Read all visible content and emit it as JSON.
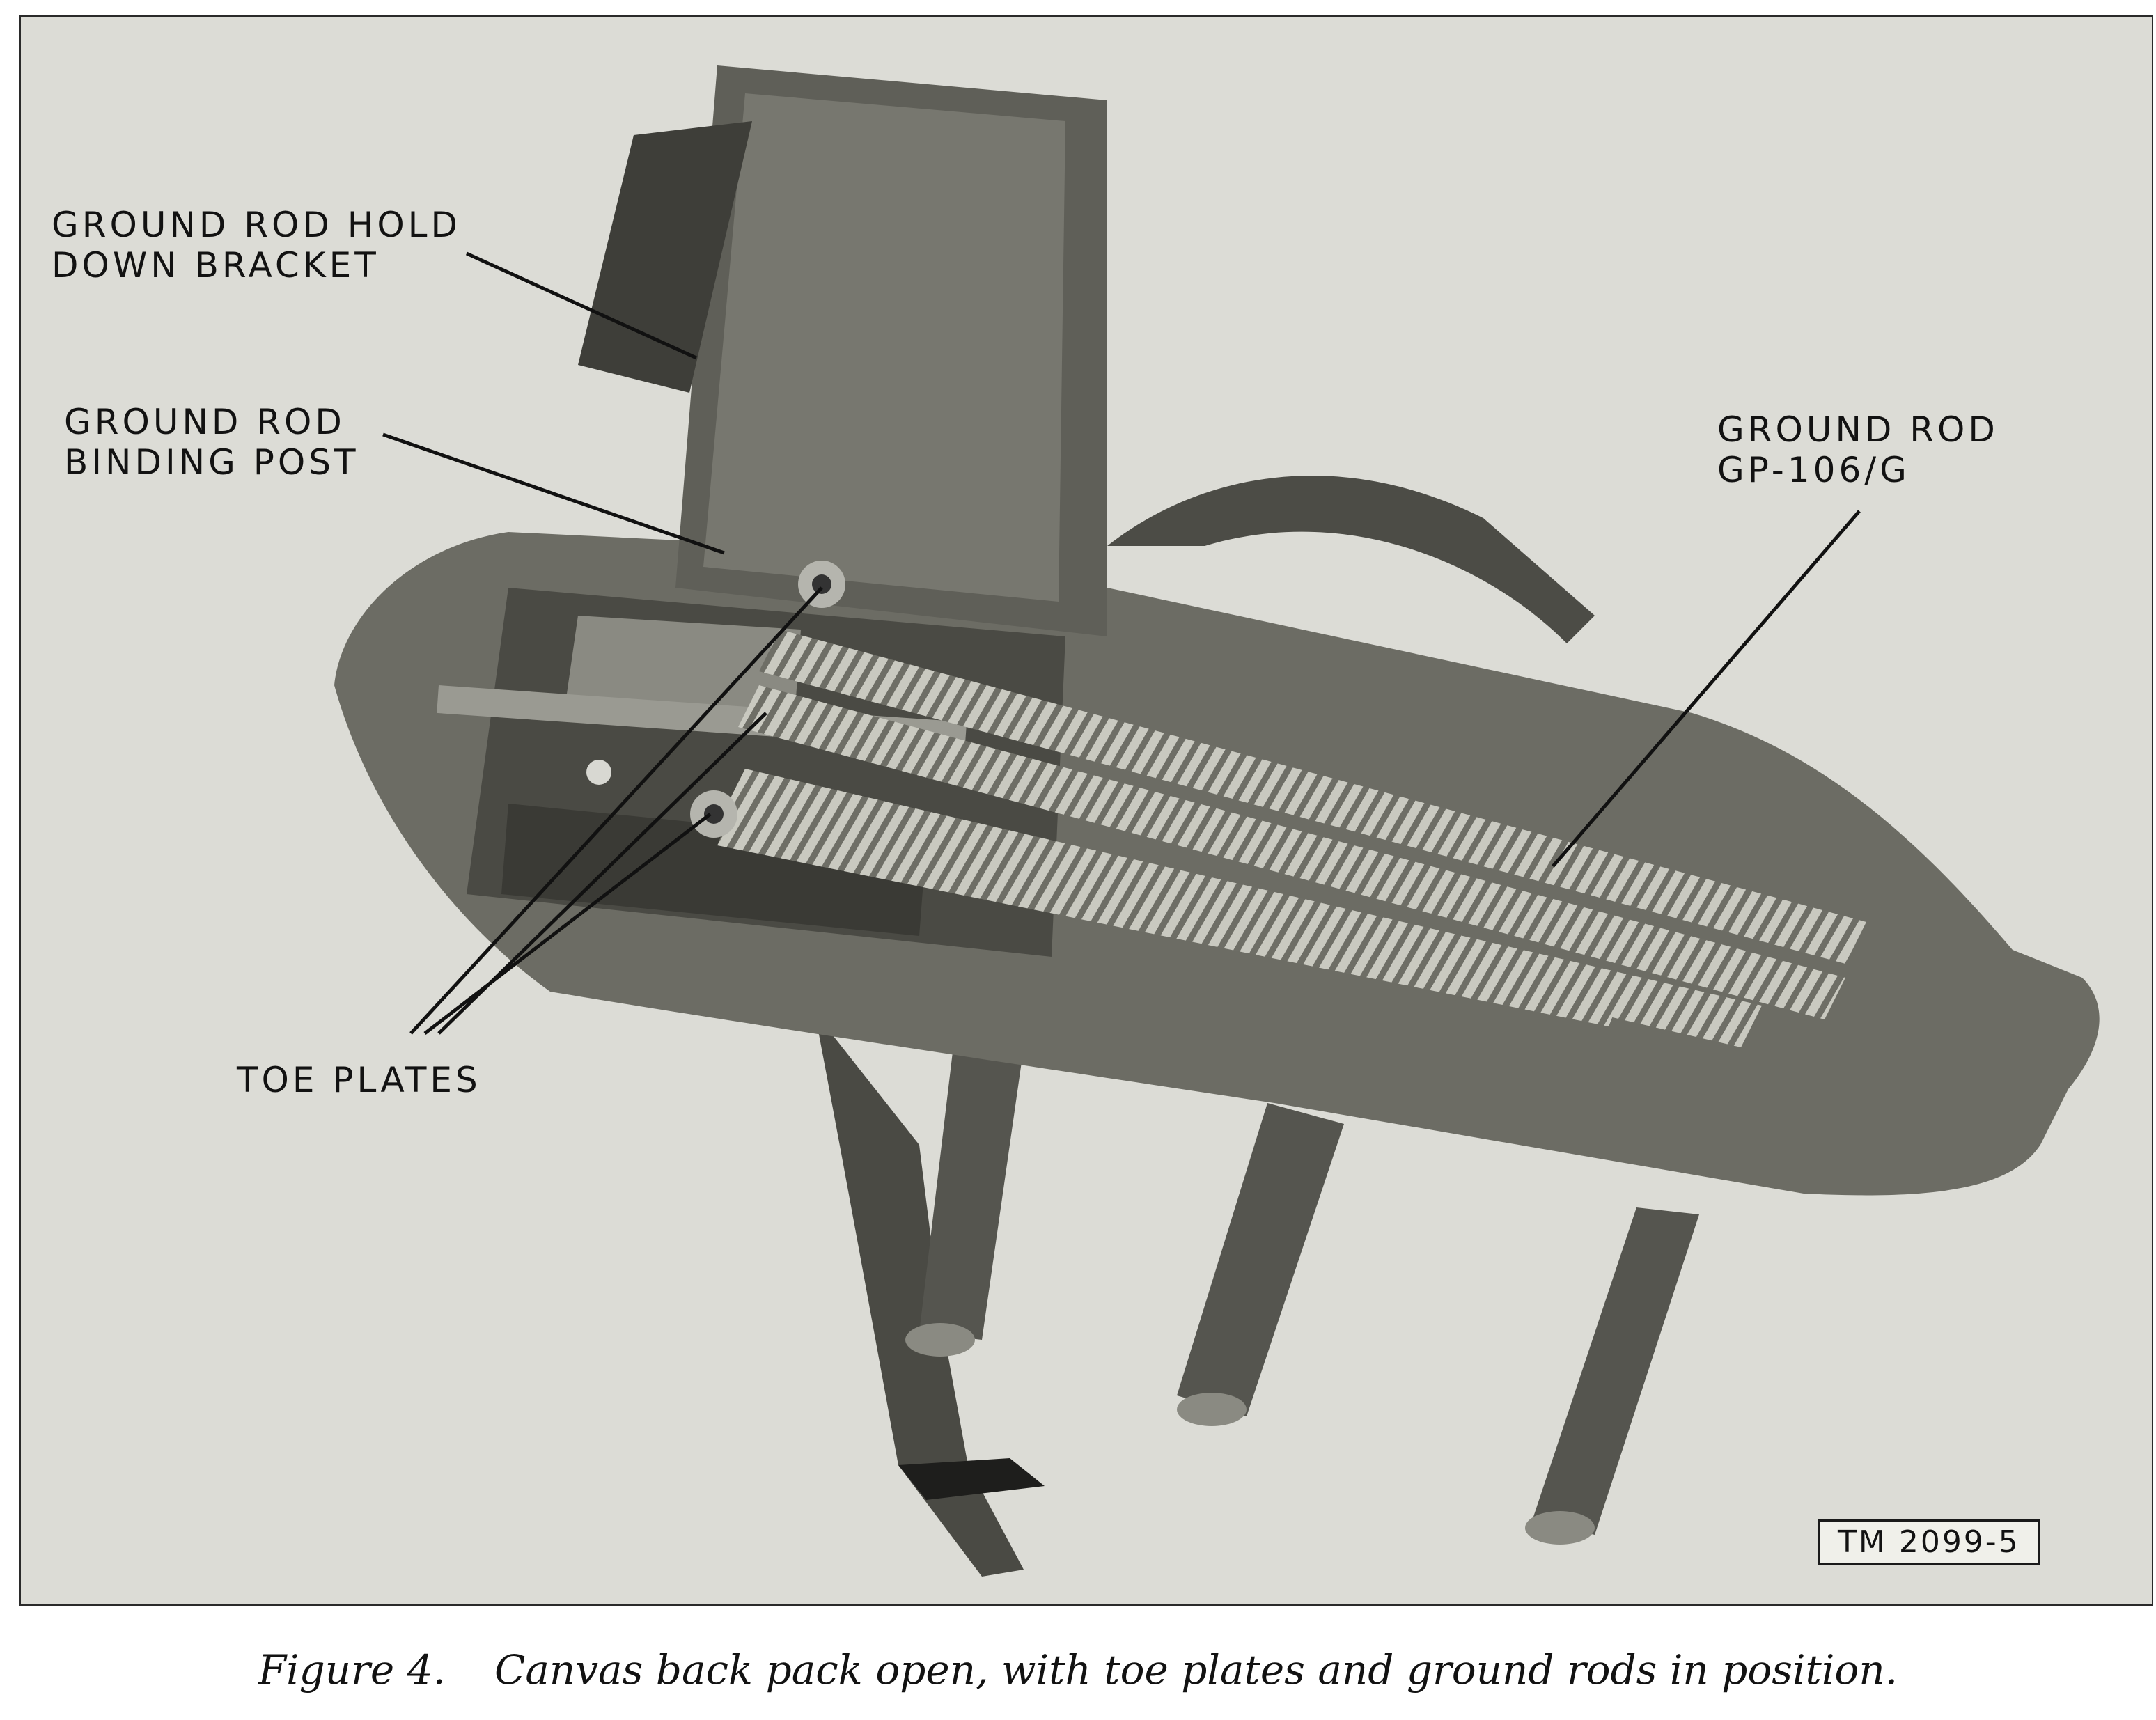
{
  "figure": {
    "labels": {
      "hold_down_bracket": "GROUND ROD HOLD\nDOWN BRACKET",
      "binding_post": "GROUND ROD\nBINDING POST",
      "ground_rod": "GROUND ROD\nGP-106/G",
      "toe_plates": "TOE PLATES"
    },
    "tm_number": "TM 2099-5",
    "caption": {
      "number": "Figure 4.",
      "text": "Canvas back pack open, with toe plates and ground rods in position."
    }
  }
}
